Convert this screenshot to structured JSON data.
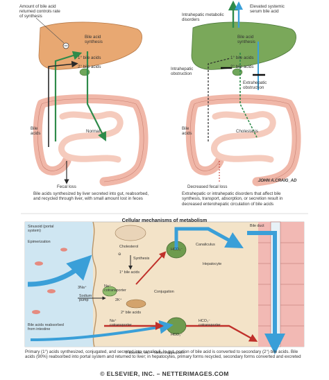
{
  "top_left": {
    "amount_label": "Amount of bile acid returned controls rate of synthesis",
    "synthesis_label": "Bile acid synthesis",
    "primary_label": "1° bile acids",
    "secondary_label": "2° bile acids",
    "bile_acids_label": "Bile acids",
    "panel_label": "Normal",
    "fecal_loss": "Fecal loss",
    "caption": "Bile acids synthesized by liver secreted into gut, reabsorbed, and recycled through liver, with small amount lost in feces"
  },
  "top_right": {
    "intrahepatic_disorders": "Intrahepatic metabolic disorders",
    "elevated_label": "Elevated systemic serum bile acid",
    "synthesis_label": "Bile acid synthesis",
    "primary_label": "1° bile acids",
    "secondary_label": "2° bile acids",
    "intrahepatic_obstruction": "Intrahepatic obstruction",
    "extrahepatic_obstruction": "Extrahepatic obstruction",
    "bile_acids_label": "Bile acids",
    "panel_label": "Cholestasis",
    "decreased_fecal": "Decreased fecal loss",
    "caption": "Extrahepatic or intrahepatic disorders that affect bile synthesis, transport, absorption, or secretion result in decreased enterohepatic circulation of bile acids",
    "signature": "JOHN A.CRAIG_AD"
  },
  "bottom": {
    "title": "Cellular mechanisms of metabolism",
    "sinusoid": "Sinusoid (portal system)",
    "epimerization": "Epimerization",
    "cholesterol": "Cholesterol",
    "synthesis": "Synthesis",
    "primary": "1° bile acids",
    "secondary": "2° bile acids",
    "conjugation": "Conjugation",
    "hco3_top": "HCO₃⁻",
    "canaliculus": "Canaliculus",
    "hepatocyte": "Hepatocyte",
    "bile_duct": "Bile duct",
    "na_3": "3Na⁺",
    "sodium_pump": "Sodium pump",
    "k_2": "2K⁺",
    "na_cotransporter_1": "Na⁺ cotransporter",
    "na_cotransporter_2": "Na⁺ cotransporter",
    "hco3_cotransporter": "HCO₃⁻ cotransporter",
    "hco3_bottom": "HCO₃⁻",
    "reabsorbed": "Bile acids reabsorbed from intestine",
    "minus_sign": "⊖",
    "caption": "Primary (1°) acids synthesized, conjugated, and secreted into canaliculi. In gut, portion of bile acid is converted to secondary (2°) bile acids. Bile acids (90%) reabsorbed into portal system and returned to liver; in hepatocytes, primary forms recycled, secondary forms converted and excreted",
    "watermark": "© Elsevier, Inc. – Netterimages.com"
  },
  "footer": "© ELSEVIER, INC. – NETTERIMAGES.COM",
  "colors": {
    "liver_normal": "#e8a872",
    "liver_cholestasis": "#7aa85a",
    "intestine": "#f0b7a8",
    "intestine_edge": "#c97f70",
    "primary_arrow": "#2e8b4a",
    "secondary_arrow": "#2a2a2a",
    "blood_blue": "#3a9fd8",
    "red_arrow": "#c0302a",
    "hepatocyte_bg": "#f3e3c8",
    "sinusoid_bg": "#cfe6f2",
    "duct_pink": "#f2b9b4"
  }
}
